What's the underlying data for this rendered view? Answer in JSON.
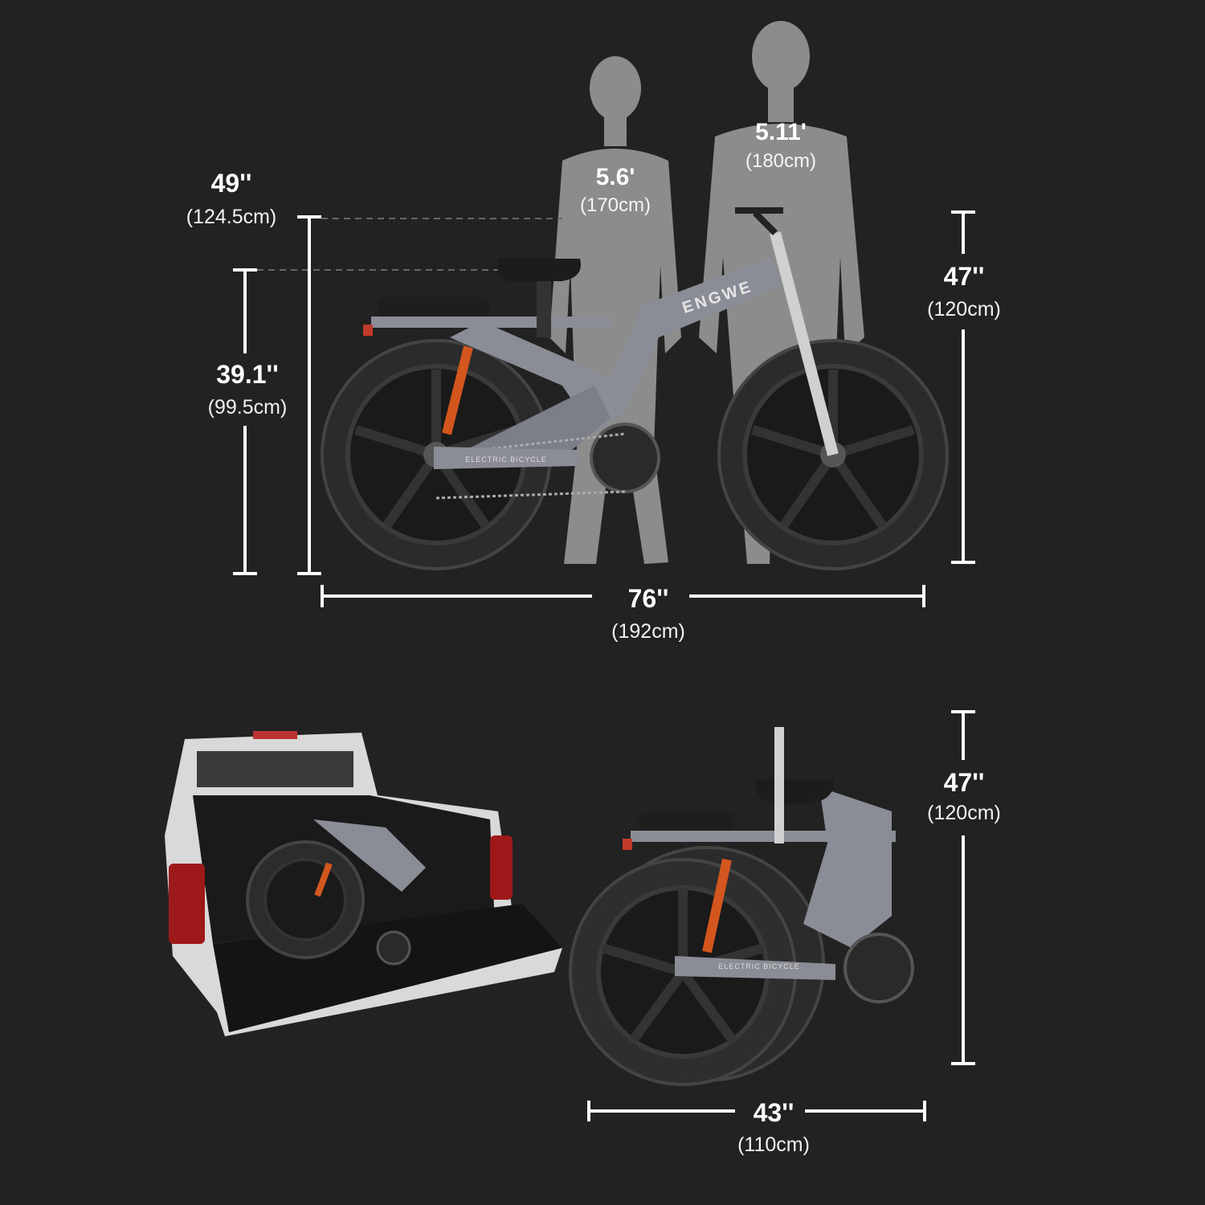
{
  "figure": {
    "background": "#222222",
    "brand": "ENGWE",
    "frame_text": "ELECTRIC BICYCLE"
  },
  "unfolded": {
    "seat_height_max": {
      "inches": "49''",
      "cm": "(124.5cm)"
    },
    "seat_height_min": {
      "inches": "39.1''",
      "cm": "(99.5cm)"
    },
    "overall_height": {
      "inches": "47''",
      "cm": "(120cm)"
    },
    "overall_length": {
      "inches": "76''",
      "cm": "(192cm)"
    },
    "rider_short": {
      "height_ft": "5.6'",
      "cm": "(170cm)"
    },
    "rider_tall": {
      "height_ft": "5.11'",
      "cm": "(180cm)"
    }
  },
  "folded": {
    "height": {
      "inches": "47''",
      "cm": "(120cm)"
    },
    "length": {
      "inches": "43''",
      "cm": "(110cm)"
    },
    "scene": "folded bike in pickup truck bed"
  },
  "colors": {
    "frame": "#8a8d96",
    "tire": "#2a2a2a",
    "silhouette": "#8c8c8c",
    "shock": "#d2561e",
    "lines": "#ffffff"
  }
}
